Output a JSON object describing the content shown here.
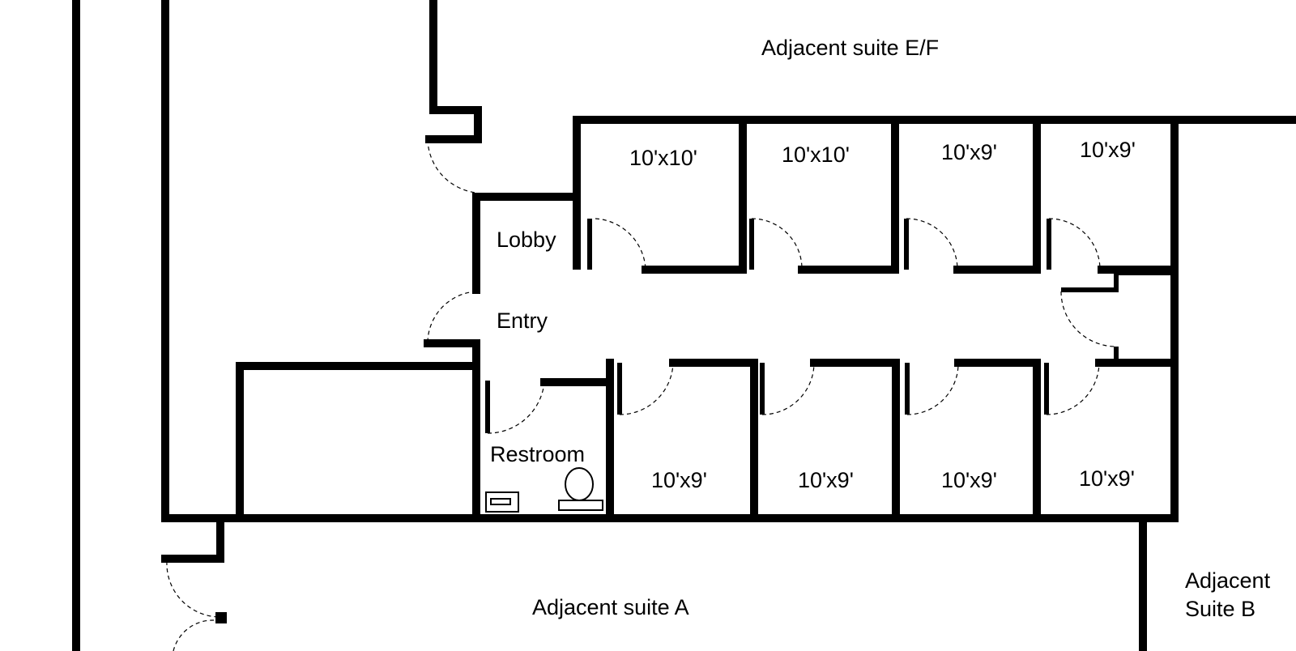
{
  "labels": {
    "suite_ef": "Adjacent suite E/F",
    "suite_a": "Adjacent suite A",
    "suite_b_line1": "Adjacent",
    "suite_b_line2": "Suite B",
    "lobby": "Lobby",
    "entry": "Entry",
    "restroom": "Restroom"
  },
  "offices_top": [
    "10'x10'",
    "10'x10'",
    "10'x9'",
    "10'x9'"
  ],
  "offices_bottom": [
    "10'x9'",
    "10'x9'",
    "10'x9'",
    "10'x9'"
  ]
}
